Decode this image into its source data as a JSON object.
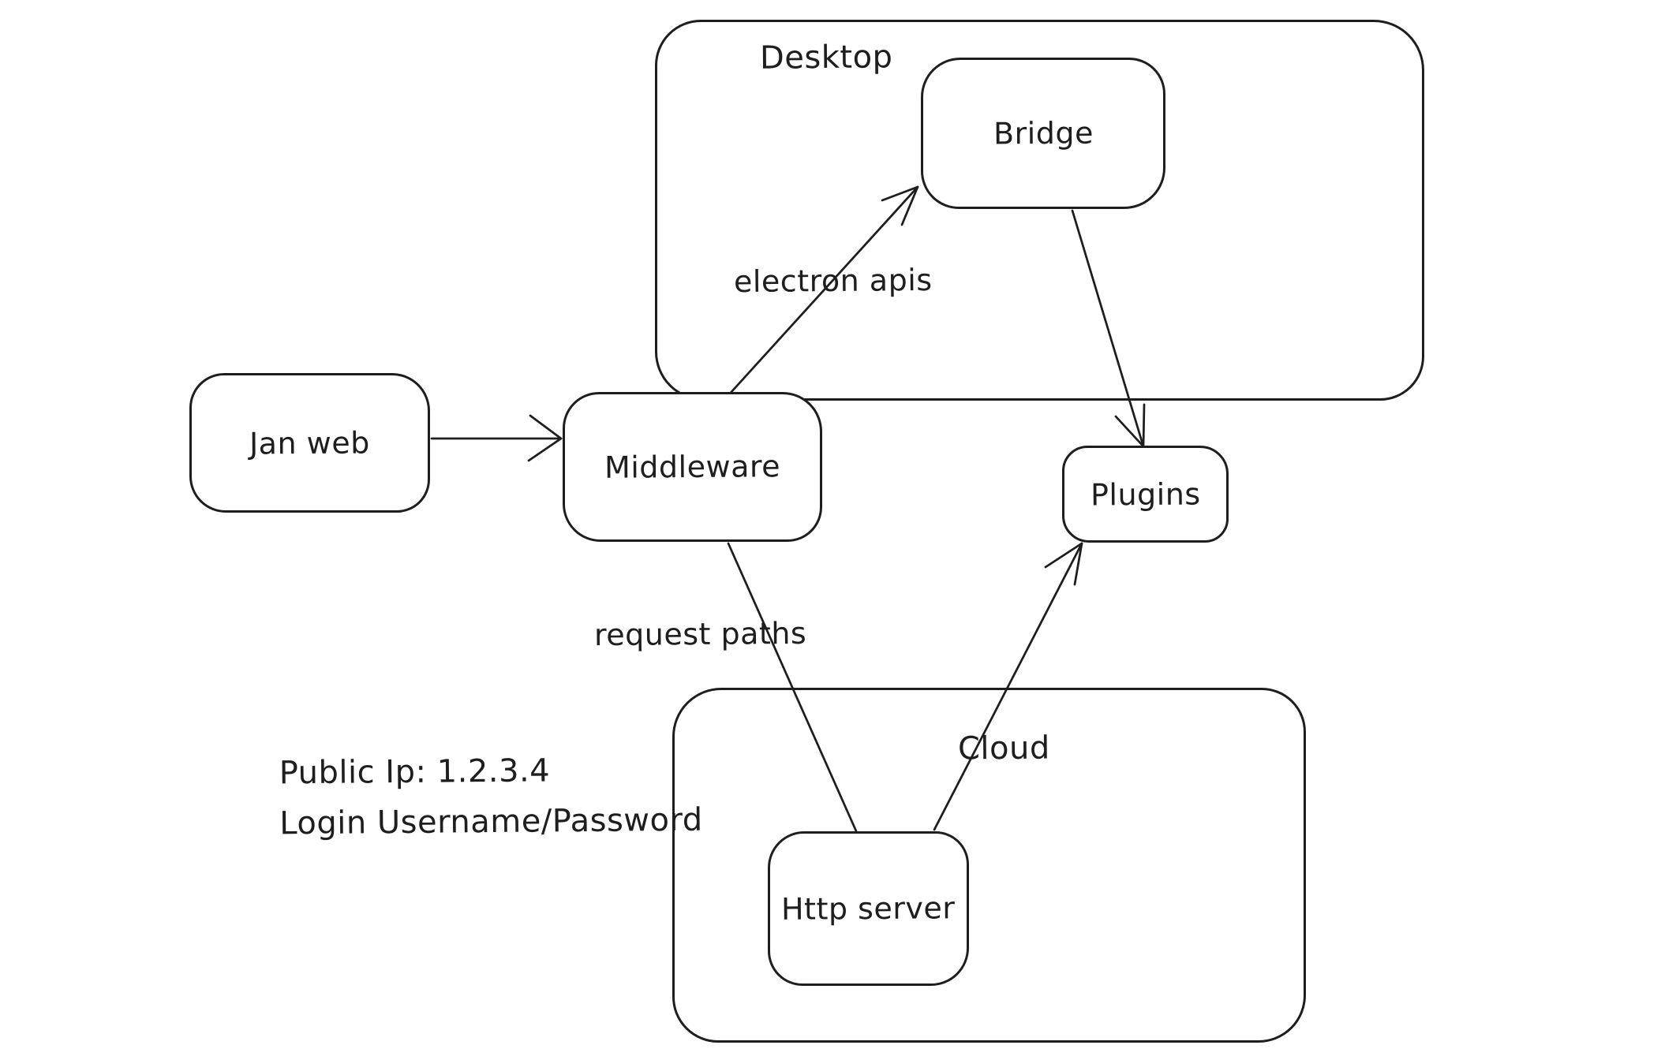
{
  "colors": {
    "stroke": "#1e1e1e",
    "background": "#ffffff"
  },
  "containers": {
    "desktop": {
      "label": "Desktop"
    },
    "cloud": {
      "label": "Cloud"
    }
  },
  "nodes": {
    "jan_web": {
      "label": "Jan web"
    },
    "middleware": {
      "label": "Middleware"
    },
    "bridge": {
      "label": "Bridge"
    },
    "plugins": {
      "label": "Plugins"
    },
    "http_server": {
      "label": "Http server"
    }
  },
  "edges": {
    "jan_web_to_middleware": {
      "from": "Jan web",
      "to": "Middleware",
      "label": "",
      "arrowhead": true
    },
    "middleware_to_bridge": {
      "from": "Middleware",
      "to": "Bridge",
      "label": "electron apis",
      "arrowhead": true
    },
    "bridge_to_plugins": {
      "from": "Bridge",
      "to": "Plugins",
      "label": "",
      "arrowhead": true
    },
    "middleware_to_http_server": {
      "from": "Middleware",
      "to": "Http server",
      "label": "request paths",
      "arrowhead": false
    },
    "http_server_to_plugins": {
      "from": "Http server",
      "to": "Plugins",
      "label": "",
      "arrowhead": true
    }
  },
  "annotations": {
    "line1": "Public Ip: 1.2.3.4",
    "line2": "Login Username/Password"
  }
}
